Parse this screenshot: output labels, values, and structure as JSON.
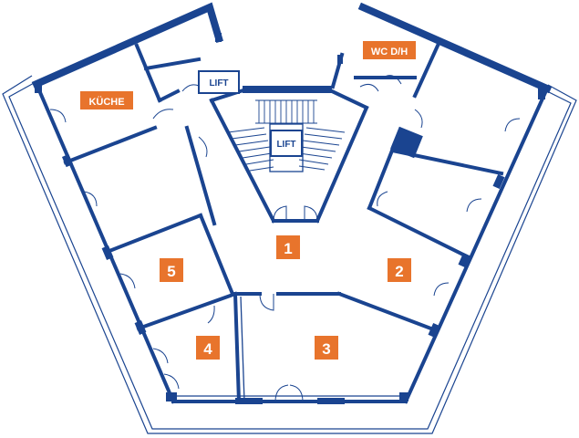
{
  "labels": {
    "kitchen": "KÜCHE",
    "wc": "WC D/H",
    "lift_top": "LIFT",
    "lift_center": "LIFT",
    "room_1": "1",
    "room_2": "2",
    "room_3": "3",
    "room_4": "4",
    "room_5": "5"
  },
  "colors": {
    "wall": "#1a4490",
    "label_fill": "#e8742c",
    "label_text": "#ffffff",
    "background": "#ffffff"
  }
}
